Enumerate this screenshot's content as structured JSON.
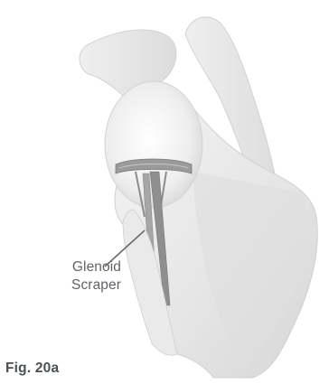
{
  "callout": {
    "line1": "Glenoid",
    "line2": "Scraper"
  },
  "caption": "Fig. 20a",
  "icons": {
    "illustration": "shoulder-glenoid-scraper-illustration"
  }
}
